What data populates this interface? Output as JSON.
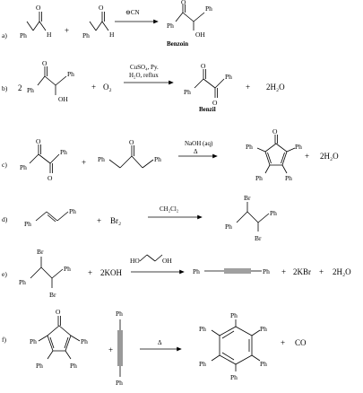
{
  "labels": {
    "Ph": "Ph",
    "H": "H",
    "O": "O",
    "OH": "OH",
    "Br": "Br",
    "plus": "+",
    "two": "2",
    "delta": "Δ"
  },
  "a": {
    "letter": "a)",
    "catalyst": "⊖CN",
    "product_name": "Benzoin"
  },
  "b": {
    "letter": "b)",
    "o2": "O₂",
    "cond1": "CuSO₄, Py.",
    "cond2": "H₂O, reflux",
    "product_name": "Benzil",
    "water": "2H₂O"
  },
  "c": {
    "letter": "c)",
    "cond1": "NaOH (aq)",
    "water": "2H₂O"
  },
  "d": {
    "letter": "d)",
    "br2": "Br₂",
    "cond1": "CH₂Cl₂"
  },
  "e": {
    "letter": "e)",
    "base": "2KOH",
    "kbr": "2KBr",
    "water": "2H₂O"
  },
  "f": {
    "letter": "f)",
    "co": "CO"
  }
}
